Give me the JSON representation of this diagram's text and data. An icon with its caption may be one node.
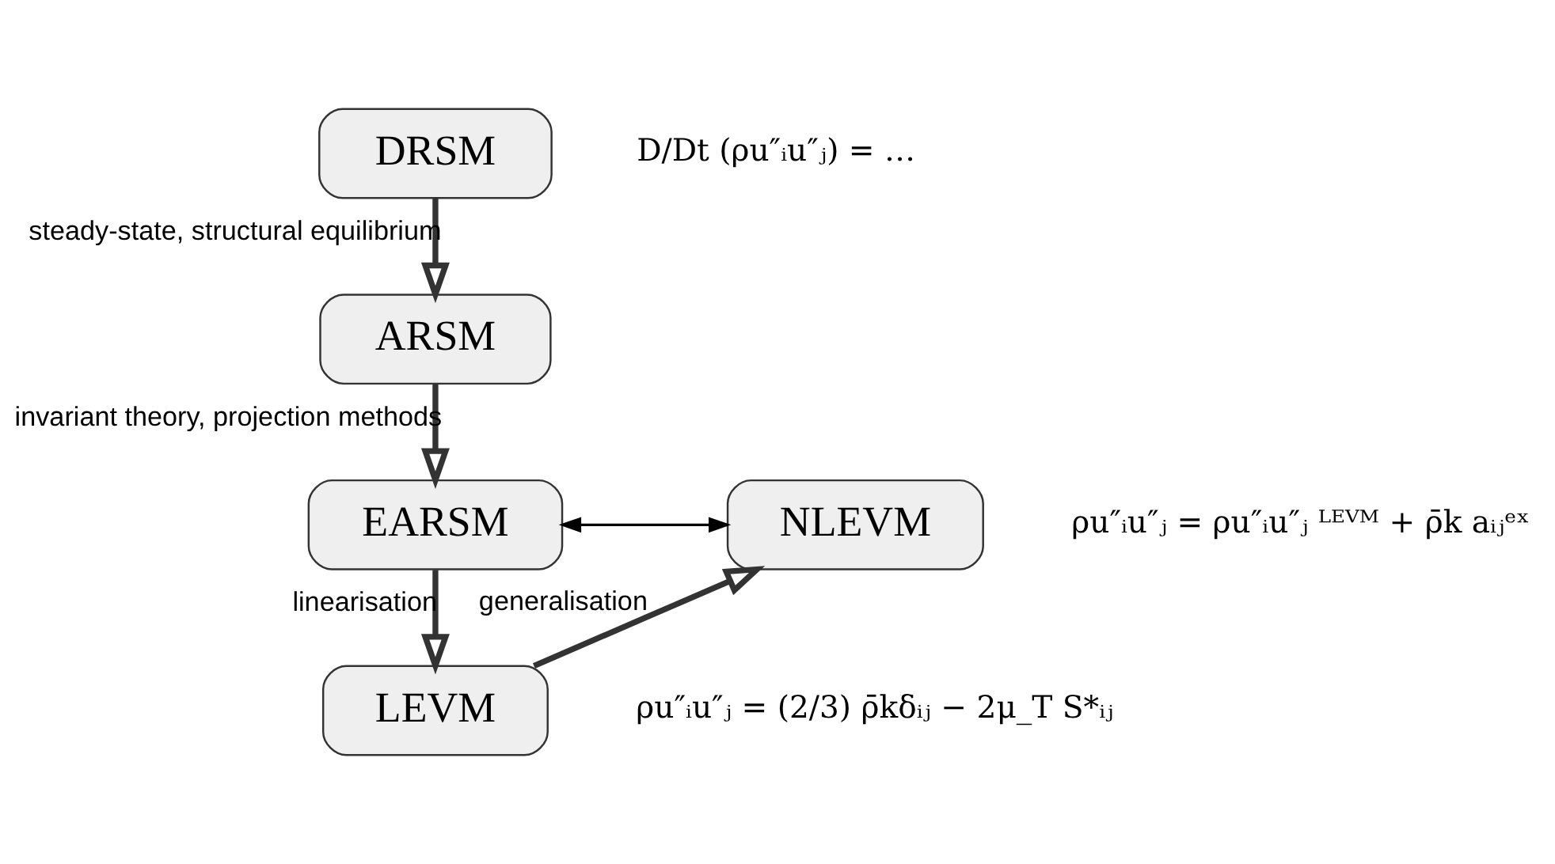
{
  "diagram": {
    "nodes": [
      {
        "text": [
          "DRSM"
        ],
        "beside": [
          "D/Dt (ρu″ᵢu″ⱼ) = …"
        ]
      },
      {
        "text": [
          "ARSM"
        ]
      },
      {
        "text": [
          "EARSM"
        ]
      },
      {
        "text": [
          "NLEVM"
        ],
        "beside": [
          "ρu″ᵢu″ⱼ = ρu″ᵢu″ⱼ ᴸᴱⱽᴹ + ρ̄k aᵢⱼᵉˣ"
        ]
      },
      {
        "text": [
          "LEVM"
        ],
        "beside": [
          "ρu″ᵢu″ⱼ = (2/3) ρ̄kδᵢⱼ − 2μ_T S*ᵢⱼ"
        ]
      }
    ],
    "edges": [
      {
        "from": 0,
        "to": 1,
        "arrow": "to",
        "label": "steady-state, structural equilibrium"
      },
      {
        "from": 1,
        "to": 2,
        "arrow": "to",
        "label": "invariant theory, projection methods"
      },
      {
        "from": 2,
        "to": 3,
        "arrow": "both"
      },
      {
        "from": 2,
        "to": 4,
        "arrow": "to",
        "label": "linearisation"
      },
      {
        "from": 4,
        "to": 3,
        "arrow": "to",
        "label": "generalisation"
      }
    ]
  }
}
